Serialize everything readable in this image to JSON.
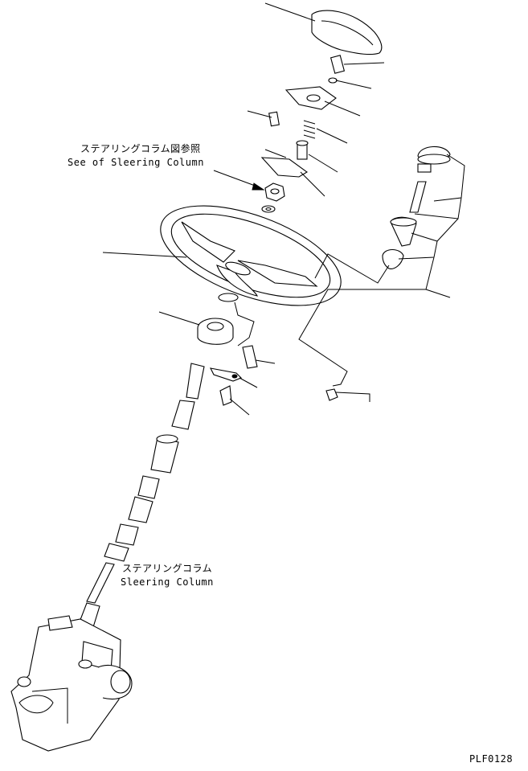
{
  "labels": {
    "column_ref_jp": "ステアリングコラム図参照",
    "column_ref_en": "See of Sleering Column",
    "column_jp": "ステアリングコラム",
    "column_en": "Sleering Column",
    "drawing_id": "PLF0128"
  }
}
